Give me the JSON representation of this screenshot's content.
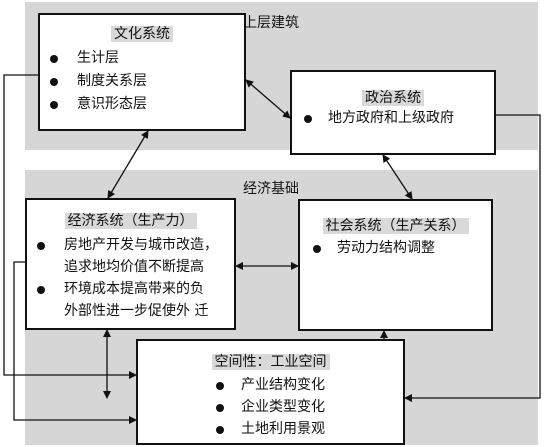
{
  "bands": {
    "superstructure_label": "上层建筑",
    "economic_base_label": "经济基础"
  },
  "boxes": {
    "culture": {
      "title": "文化系统",
      "items": [
        "生计层",
        "制度关系层",
        "意识形态层"
      ]
    },
    "politics": {
      "title": "政治系统",
      "items": [
        "地方政府和上级政府"
      ]
    },
    "economy": {
      "title": "经济系统（生产力）",
      "items": [
        [
          "房地产开发与城市改造，",
          "追求地均价值不断提高"
        ],
        [
          "环境成本提高带来的负",
          "外部性进一步促使外 迁"
        ]
      ]
    },
    "society": {
      "title": "社会系统（生产关系）",
      "items": [
        "劳动力结构调整"
      ]
    },
    "space": {
      "title": "空间性：工业空间",
      "items": [
        "产业结构变化",
        "企业类型变化",
        "土地利用景观"
      ]
    }
  }
}
